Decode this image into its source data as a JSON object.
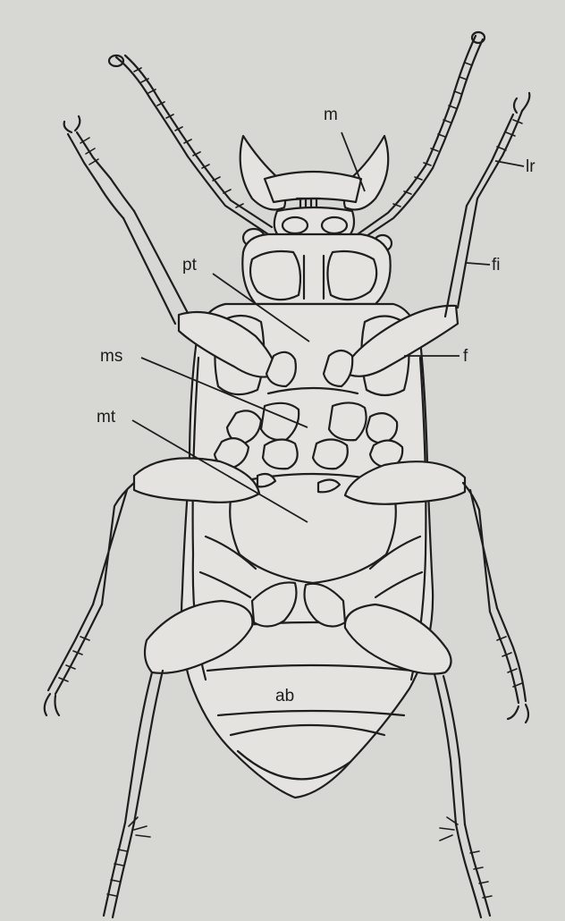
{
  "figure": {
    "background_color": "#d9d8d4",
    "ink_color": "#1e1e1e",
    "labels": {
      "m": "m",
      "lr": "lr",
      "pt": "pt",
      "fi": "fi",
      "ms": "ms",
      "f": "f",
      "mt": "mt",
      "ab": "ab",
      "labium": "m"
    }
  }
}
